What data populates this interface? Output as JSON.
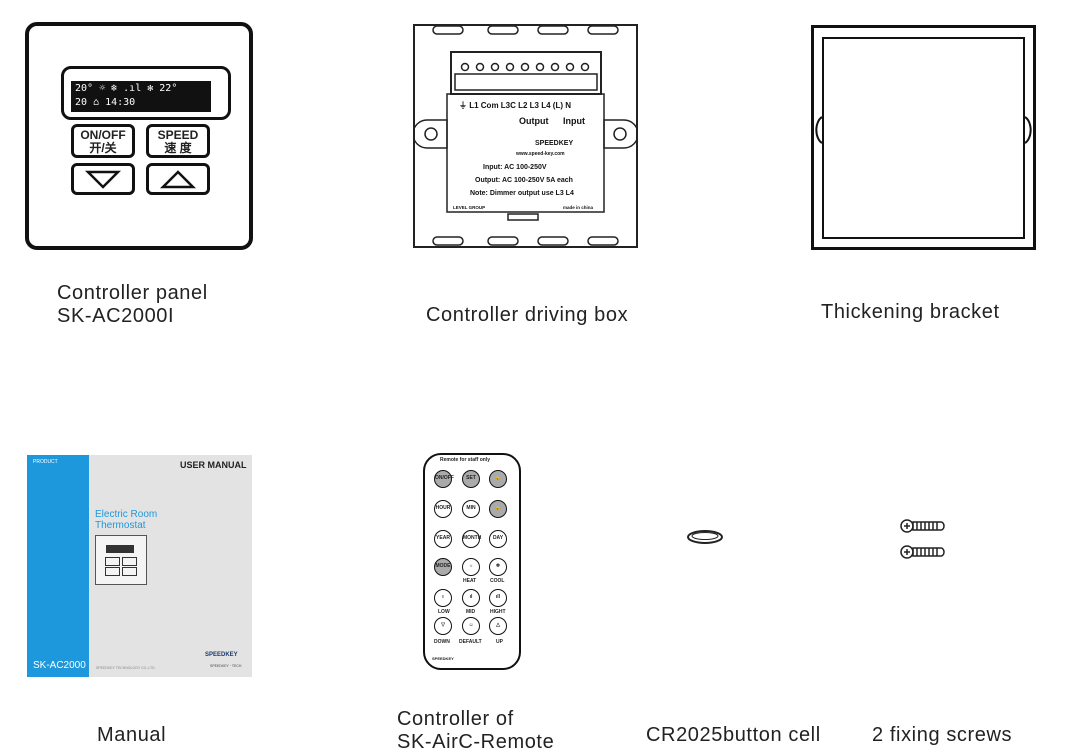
{
  "items": [
    {
      "caption_line1": "Controller panel",
      "caption_line2": "SK-AC2000I"
    },
    {
      "caption_line1": "Controller driving box"
    },
    {
      "caption_line1": "Thickening  bracket"
    },
    {
      "caption_line1": "Manual"
    },
    {
      "caption_line1": "Controller of",
      "caption_line2": "SK-AirC-Remote"
    },
    {
      "caption_line1": "CR2025button cell"
    },
    {
      "caption_line1": "2 fixing screws"
    }
  ],
  "panel": {
    "lcd_line1": "20° ☼ ❄ .ıl ✻  22°",
    "lcd_line2": "20 ⌂  14:30",
    "btn_onoff": "ON/OFF",
    "btn_onoff_cn": "开/关",
    "btn_speed": "SPEED",
    "btn_speed_cn": "速 度",
    "down_arrow_icon": "triangle-down",
    "up_arrow_icon": "triangle-up"
  },
  "driving_box": {
    "terminals": "⏚ L1 Com L3C  L2  L3  L4  (L)  N",
    "output": "Output",
    "input": "Input",
    "brand": "SPEEDKEY",
    "website": "www.speed-key.com",
    "input_spec": "Input: AC  100-250V",
    "output_spec": "Output: AC  100-250V  5A  each",
    "note": "Note: Dimmer output use L3  L4",
    "level": "LEVEL GROUP",
    "made": "made in china"
  },
  "manual": {
    "product": "PRODUCT",
    "header": "USER MANUAL",
    "title1": "Electric Room",
    "title2": "Thermostat",
    "model": "SK-AC2000",
    "company": "SPEEDKEY TECHNOLOGY CO.,LTD",
    "brand": "SPEEDKEY",
    "brand_sub": "SPEEDKEY · TECH"
  },
  "remote": {
    "top_label": "Remote for staff only",
    "buttons": {
      "onoff": "ON/OFF",
      "set": "SET",
      "hour": "HOUR",
      "min": "MIN",
      "year": "YEAR",
      "month": "MONTH",
      "day": "DAY",
      "mode": "MODE"
    },
    "labels": {
      "heat": "HEAT",
      "cool": "COOL",
      "low": "LOW",
      "mid": "MID",
      "hight": "HIGHT",
      "down": "DOWN",
      "default": "DEFAULT",
      "up": "UP"
    },
    "brand": "SPEEDKEY"
  },
  "colors": {
    "manual_blue": "#1e98dc",
    "manual_gray": "#e3e3e3",
    "ink": "#111111"
  }
}
